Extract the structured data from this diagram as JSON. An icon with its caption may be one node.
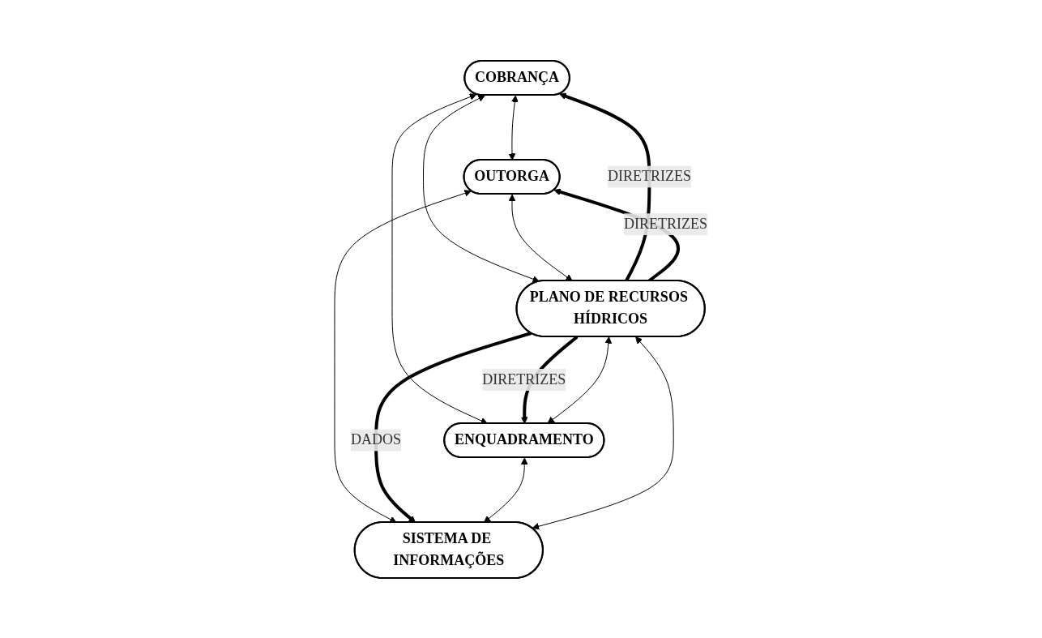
{
  "diagram": {
    "nodes": [
      {
        "text": [
          "COBRANÇA"
        ]
      },
      {
        "text": [
          "OUTORGA"
        ]
      },
      {
        "text": [
          "PLANO DE RECURSOS HÍDRICOS"
        ]
      },
      {
        "text": [
          "ENQUADRAMENTO"
        ]
      },
      {
        "text": [
          "SISTEMA DE INFORMAÇÕES"
        ]
      }
    ],
    "edges": [
      {
        "from": 0,
        "to": 1,
        "arrow": "both"
      },
      {
        "from": 2,
        "to": 0,
        "arrow": "to",
        "label": "DIRETRIZES",
        "style": "thick"
      },
      {
        "from": 0,
        "to": 2,
        "arrow": "both"
      },
      {
        "from": 2,
        "to": 1,
        "arrow": "to",
        "label": "DIRETRIZES",
        "style": "thick"
      },
      {
        "from": 1,
        "to": 2,
        "arrow": "both"
      },
      {
        "from": 0,
        "to": 3,
        "arrow": "both"
      },
      {
        "from": 1,
        "to": 4,
        "arrow": "both"
      },
      {
        "from": 2,
        "to": 3,
        "arrow": "to",
        "label": "DIRETRIZES",
        "style": "thick"
      },
      {
        "from": 3,
        "to": 2,
        "arrow": "both"
      },
      {
        "from": 2,
        "to": 4,
        "arrow": "to",
        "label": "DADOS",
        "style": "thick"
      },
      {
        "from": 4,
        "to": 2,
        "arrow": "both"
      },
      {
        "from": 3,
        "to": 4,
        "arrow": "both"
      }
    ]
  }
}
